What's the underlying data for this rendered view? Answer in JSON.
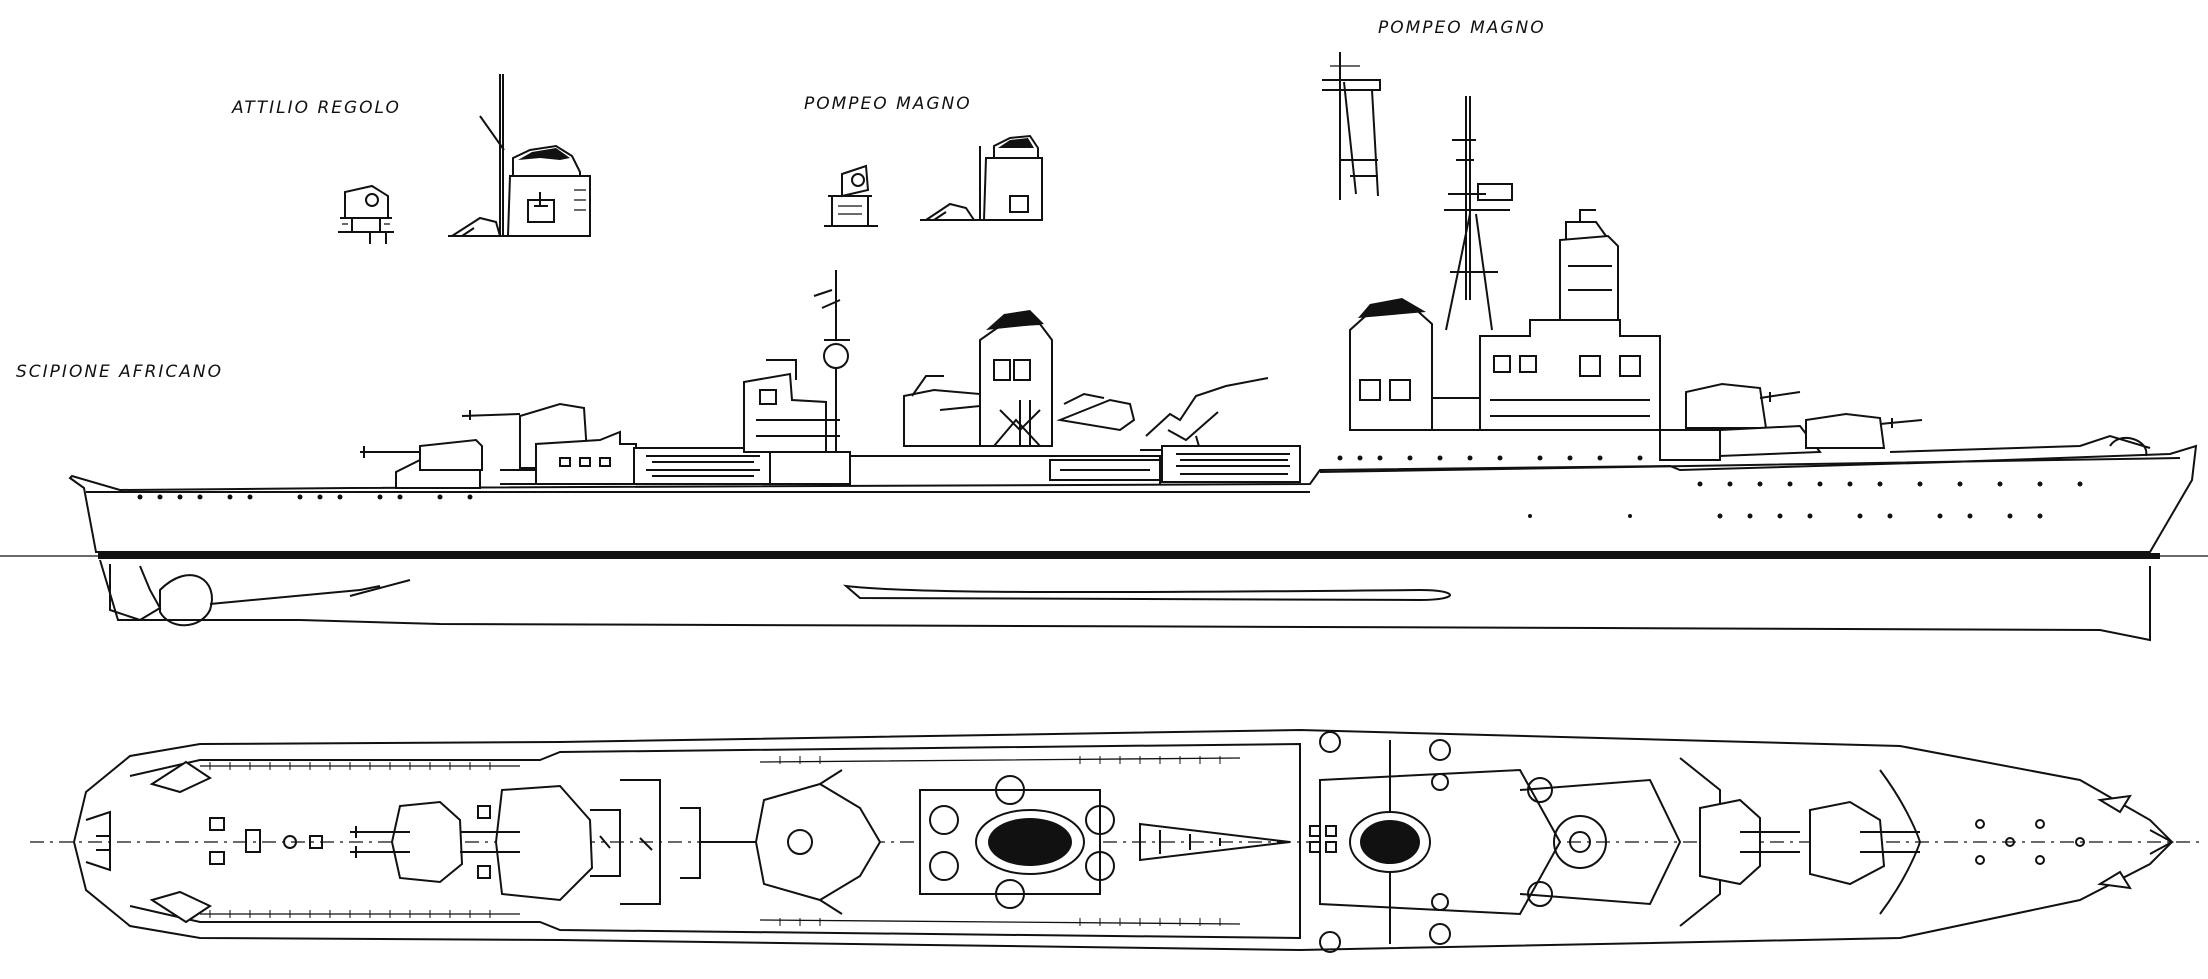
{
  "labels": {
    "attilio_regolo": "ATTILIO REGOLO",
    "pompeo_magno_detail": "POMPEO   MAGNO",
    "pompeo_magno_top": "POMPEO MAGNO",
    "scipione_africano": "SCIPIONE  AFRICANO"
  },
  "colors": {
    "ink": "#111111",
    "paper": "#ffffff"
  }
}
